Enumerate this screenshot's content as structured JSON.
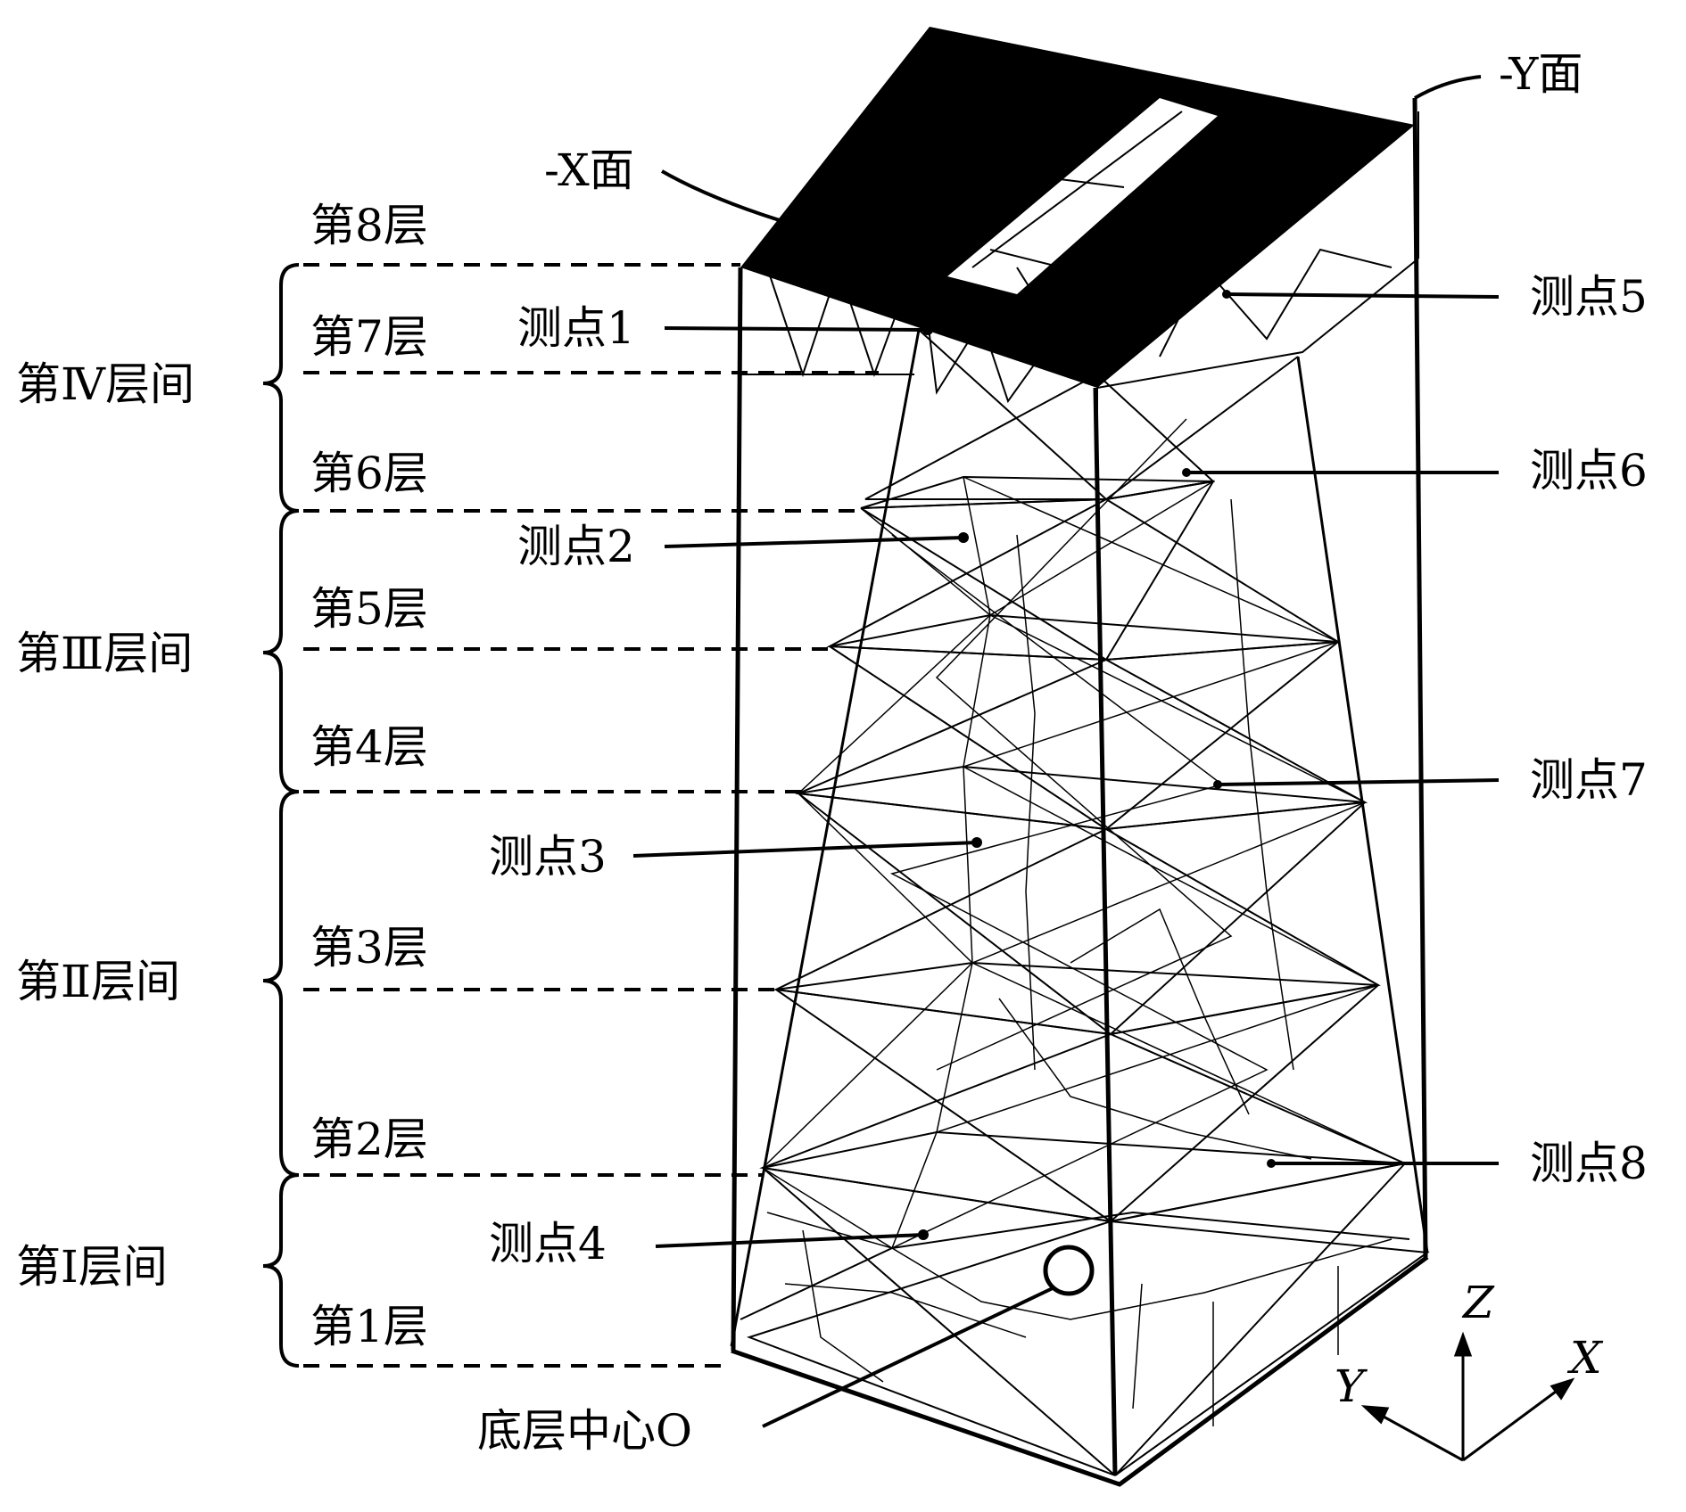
{
  "face_labels": {
    "neg_x": "-X面",
    "neg_y": "-Y面"
  },
  "floors": [
    "第8层",
    "第7层",
    "第6层",
    "第5层",
    "第4层",
    "第3层",
    "第2层",
    "第1层"
  ],
  "stories": [
    "第Ⅳ层间",
    "第Ⅲ层间",
    "第Ⅱ层间",
    "第Ⅰ层间"
  ],
  "points": [
    "测点1",
    "测点2",
    "测点3",
    "测点4",
    "测点5",
    "测点6",
    "测点7",
    "测点8"
  ],
  "origin_label": "底层中心O",
  "axes": {
    "z": "Z",
    "x": "X",
    "y": "Y"
  }
}
